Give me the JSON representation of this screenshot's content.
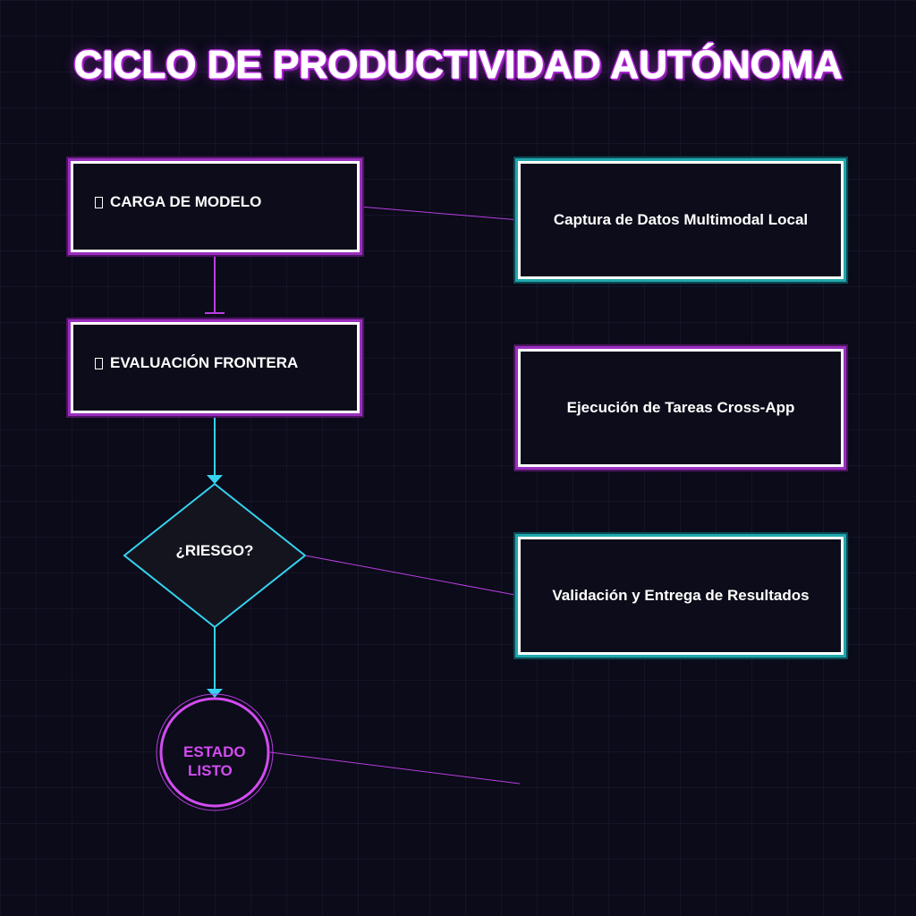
{
  "title": "CICLO DE PRODUCTIVIDAD AUTÓNOMA",
  "nodes": {
    "load_model": {
      "label": "CARGA DE MODELO",
      "icon": "missing-glyph-icon"
    },
    "frontier_eval": {
      "label": "EVALUACIÓN FRONTERA",
      "icon": "missing-glyph-icon"
    },
    "risk_decision": {
      "label": "¿RIESGO?"
    },
    "end_state": {
      "line1": "ESTADO",
      "line2": "LISTO"
    },
    "data_capture": {
      "label": "Captura de Datos Multimodal Local"
    },
    "task_execution": {
      "label": "Ejecución de Tareas Cross-App"
    },
    "result_validation": {
      "label": "Validación y Entrega de Resultados"
    }
  },
  "colors": {
    "background": "#0b0b19",
    "purple_accent": "#b83ee0",
    "cyan_accent": "#35d3f0",
    "end_text": "#d24cf0"
  }
}
